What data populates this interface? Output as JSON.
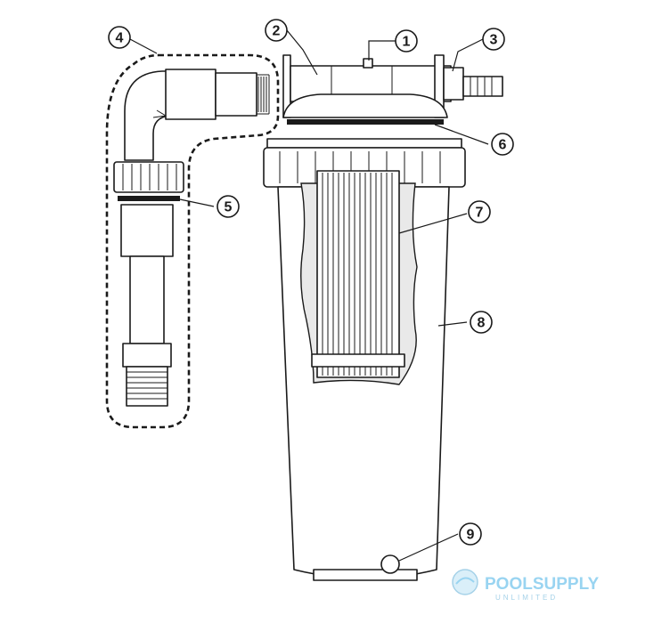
{
  "callouts": [
    {
      "id": "1",
      "label": "1"
    },
    {
      "id": "2",
      "label": "2"
    },
    {
      "id": "3",
      "label": "3"
    },
    {
      "id": "4",
      "label": "4"
    },
    {
      "id": "5",
      "label": "5"
    },
    {
      "id": "6",
      "label": "6"
    },
    {
      "id": "7",
      "label": "7"
    },
    {
      "id": "8",
      "label": "8"
    },
    {
      "id": "9",
      "label": "9"
    }
  ],
  "watermark": {
    "brand_main": "POOLSUPPLY",
    "brand_sub": "UNLIMITED"
  },
  "colors": {
    "line": "#1a1a1a",
    "background": "#ffffff",
    "watermark": "#8fd0f0"
  }
}
